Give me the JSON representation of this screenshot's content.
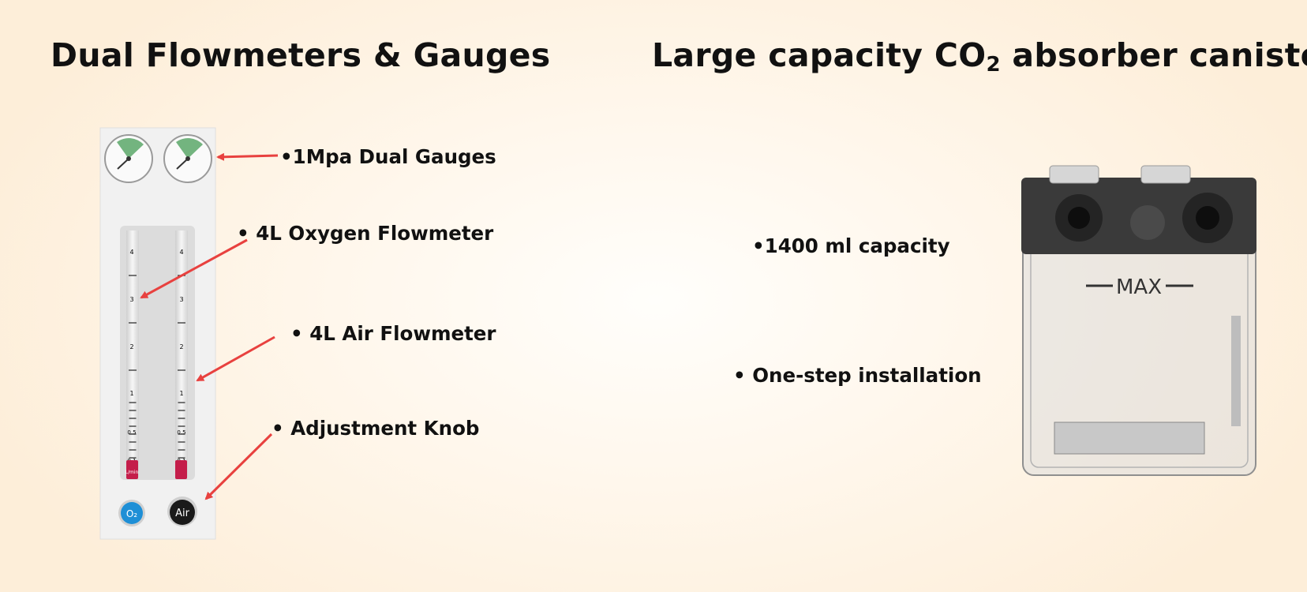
{
  "titles": {
    "left": "Dual Flowmeters & Gauges",
    "right_pre": "Large capacity CO",
    "right_sub": "2",
    "right_post": " absorber canister"
  },
  "callouts": {
    "gauges": "•1Mpa Dual Gauges",
    "oxygen": "• 4L Oxygen Flowmeter",
    "air": "• 4L Air Flowmeter",
    "knob": "• Adjustment Knob",
    "capacity": "•1400 ml capacity",
    "install": "• One-step installation"
  },
  "flowmeter": {
    "scale_labels": [
      "4",
      "3",
      "2",
      "1",
      "0.5",
      "0.1"
    ],
    "unit": "L/min",
    "knob_o2": "O₂",
    "knob_air": "Air"
  },
  "canister": {
    "max_label": "MAX"
  },
  "colors": {
    "arrow": "#e8413f",
    "o2_knob": "#1e8fd6",
    "air_knob": "#1a1a1a",
    "float": "#c41d4a"
  }
}
